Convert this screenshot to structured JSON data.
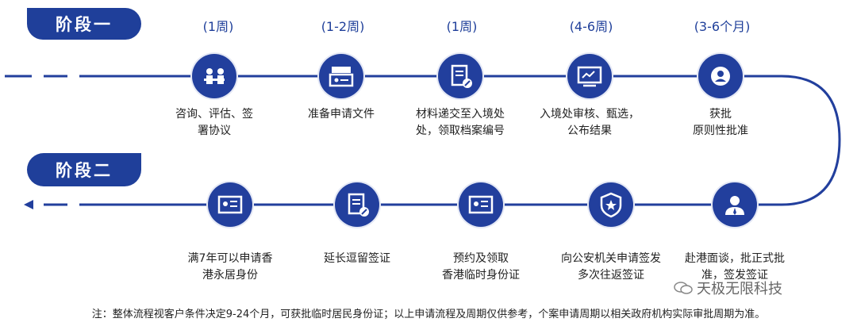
{
  "stage1": {
    "label": "阶段一"
  },
  "stage2": {
    "label": "阶段二"
  },
  "periods": [
    "(1周)",
    "(1-2周)",
    "(1周)",
    "(4-6周)",
    "(3-6个月)"
  ],
  "top_steps": [
    {
      "icon": "consult-icon",
      "line1": "咨询、评估、签",
      "line2": "署协议"
    },
    {
      "icon": "document-folder-icon",
      "line1": "准备申请文件",
      "line2": ""
    },
    {
      "icon": "file-submit-icon",
      "line1": "材料递交至入境处",
      "line2": "处，领取档案编号"
    },
    {
      "icon": "monitor-review-icon",
      "line1": "入境处审核、甄选，",
      "line2": "公布结果"
    },
    {
      "icon": "approval-user-icon",
      "line1": "获批",
      "line2": "原则性批准"
    }
  ],
  "bottom_steps": [
    {
      "icon": "id-card-icon",
      "line1": "满7年可以申请香",
      "line2": "港永居身份"
    },
    {
      "icon": "visa-extend-icon",
      "line1": "延长逗留签证",
      "line2": ""
    },
    {
      "icon": "id-card-icon",
      "line1": "预约及领取",
      "line2": "香港临时身份证"
    },
    {
      "icon": "police-badge-icon",
      "line1": "向公安机关申请签发",
      "line2": "多次往返签证"
    },
    {
      "icon": "interview-person-icon",
      "line1": "赴港面谈，批正式批",
      "line2": "准，签发签证"
    }
  ],
  "watermark": "天极无限科技",
  "note": "注：整体流程视客户条件决定9-24个月，可获批临时居民身份证；以上申请流程及周期仅供参考，个案申请周期以相关政府机构实际审批周期为准。",
  "colors": {
    "primary": "#1f3f9a"
  }
}
